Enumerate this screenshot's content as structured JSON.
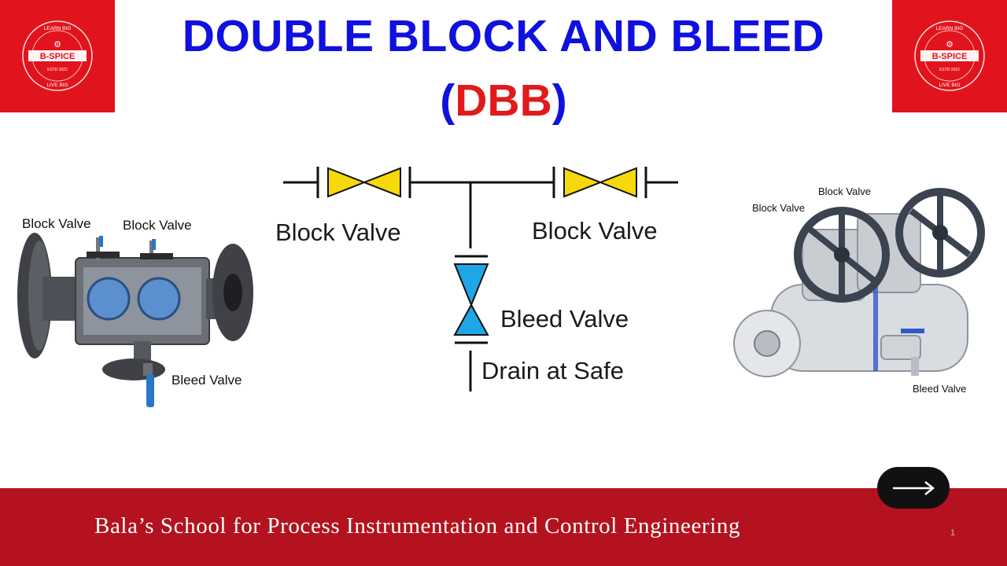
{
  "logo": {
    "name": "B-SPICE",
    "ring_top": "LEARN BIG",
    "ring_bottom": "LIVE BIG",
    "est": "ESTD 2022",
    "bg_color": "#e1141e"
  },
  "title": {
    "line1": "DOUBLE BLOCK AND BLEED",
    "paren_open": "(",
    "abbr": "DBB",
    "paren_close": ")",
    "color": "#1010e0",
    "abbr_color": "#e11a1a"
  },
  "schematic": {
    "block_valve_left": "Block Valve",
    "block_valve_right": "Block Valve",
    "bleed_valve": "Bleed Valve",
    "drain": "Drain at Safe",
    "block_valve_color": "#f5d90a",
    "bleed_valve_color": "#1ea7e6"
  },
  "left_device": {
    "label_block_1": "Block Valve",
    "label_block_2": "Block Valve",
    "label_bleed": "Bleed Valve"
  },
  "right_device": {
    "label_block_1": "Block Valve",
    "label_block_2": "Block Valve",
    "label_bleed": "Bleed Valve"
  },
  "footer": {
    "text": "Bala’s School for Process Instrumentation and Control Engineering",
    "page_number": "1",
    "bg_color": "#b3121e"
  },
  "next_button": {
    "icon": "arrow-right-icon"
  }
}
